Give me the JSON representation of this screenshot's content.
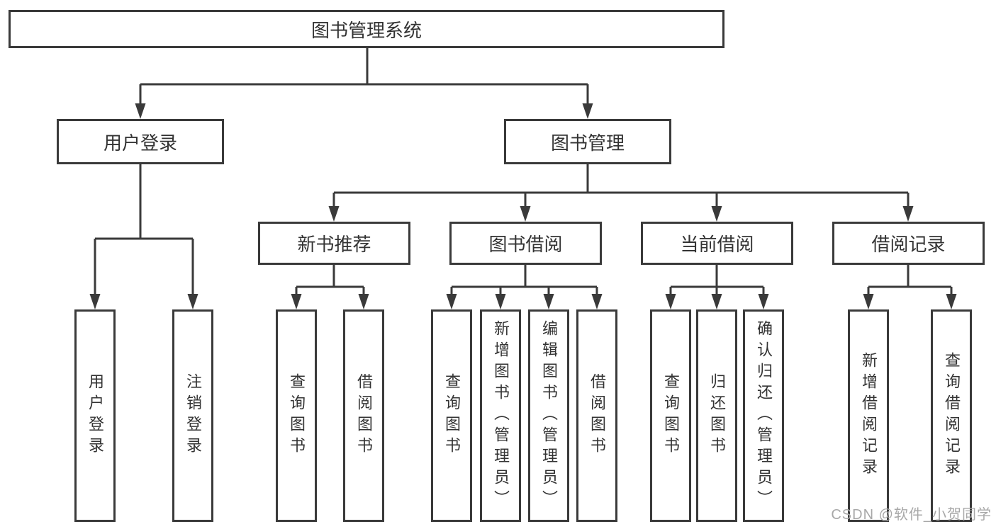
{
  "diagram": {
    "root": {
      "label": "图书管理系统"
    },
    "level2": [
      {
        "label": "用户登录"
      },
      {
        "label": "图书管理"
      }
    ],
    "level3": [
      {
        "label": "新书推荐"
      },
      {
        "label": "图书借阅"
      },
      {
        "label": "当前借阅"
      },
      {
        "label": "借阅记录"
      }
    ],
    "leaves": {
      "user_login": [
        {
          "label": "用户登录"
        },
        {
          "label": "注销登录"
        }
      ],
      "new_book_recommend": [
        {
          "label": "查询图书"
        },
        {
          "label": "借阅图书"
        }
      ],
      "book_borrow": [
        {
          "label": "查询图书"
        },
        {
          "label": "新增图书（管理员）"
        },
        {
          "label": "编辑图书（管理员）"
        },
        {
          "label": "借阅图书"
        }
      ],
      "current_borrow": [
        {
          "label": "查询图书"
        },
        {
          "label": "归还图书"
        },
        {
          "label": "确认归还（管理员）"
        }
      ],
      "borrow_record": [
        {
          "label": "新增借阅记录"
        },
        {
          "label": "查询借阅记录"
        }
      ]
    }
  },
  "watermark": {
    "text": "CSDN @软件_小贺同学"
  },
  "colors": {
    "line": "#3a3a3a",
    "text": "#333333",
    "watermark": "#a8a8a8",
    "background": "#ffffff"
  }
}
